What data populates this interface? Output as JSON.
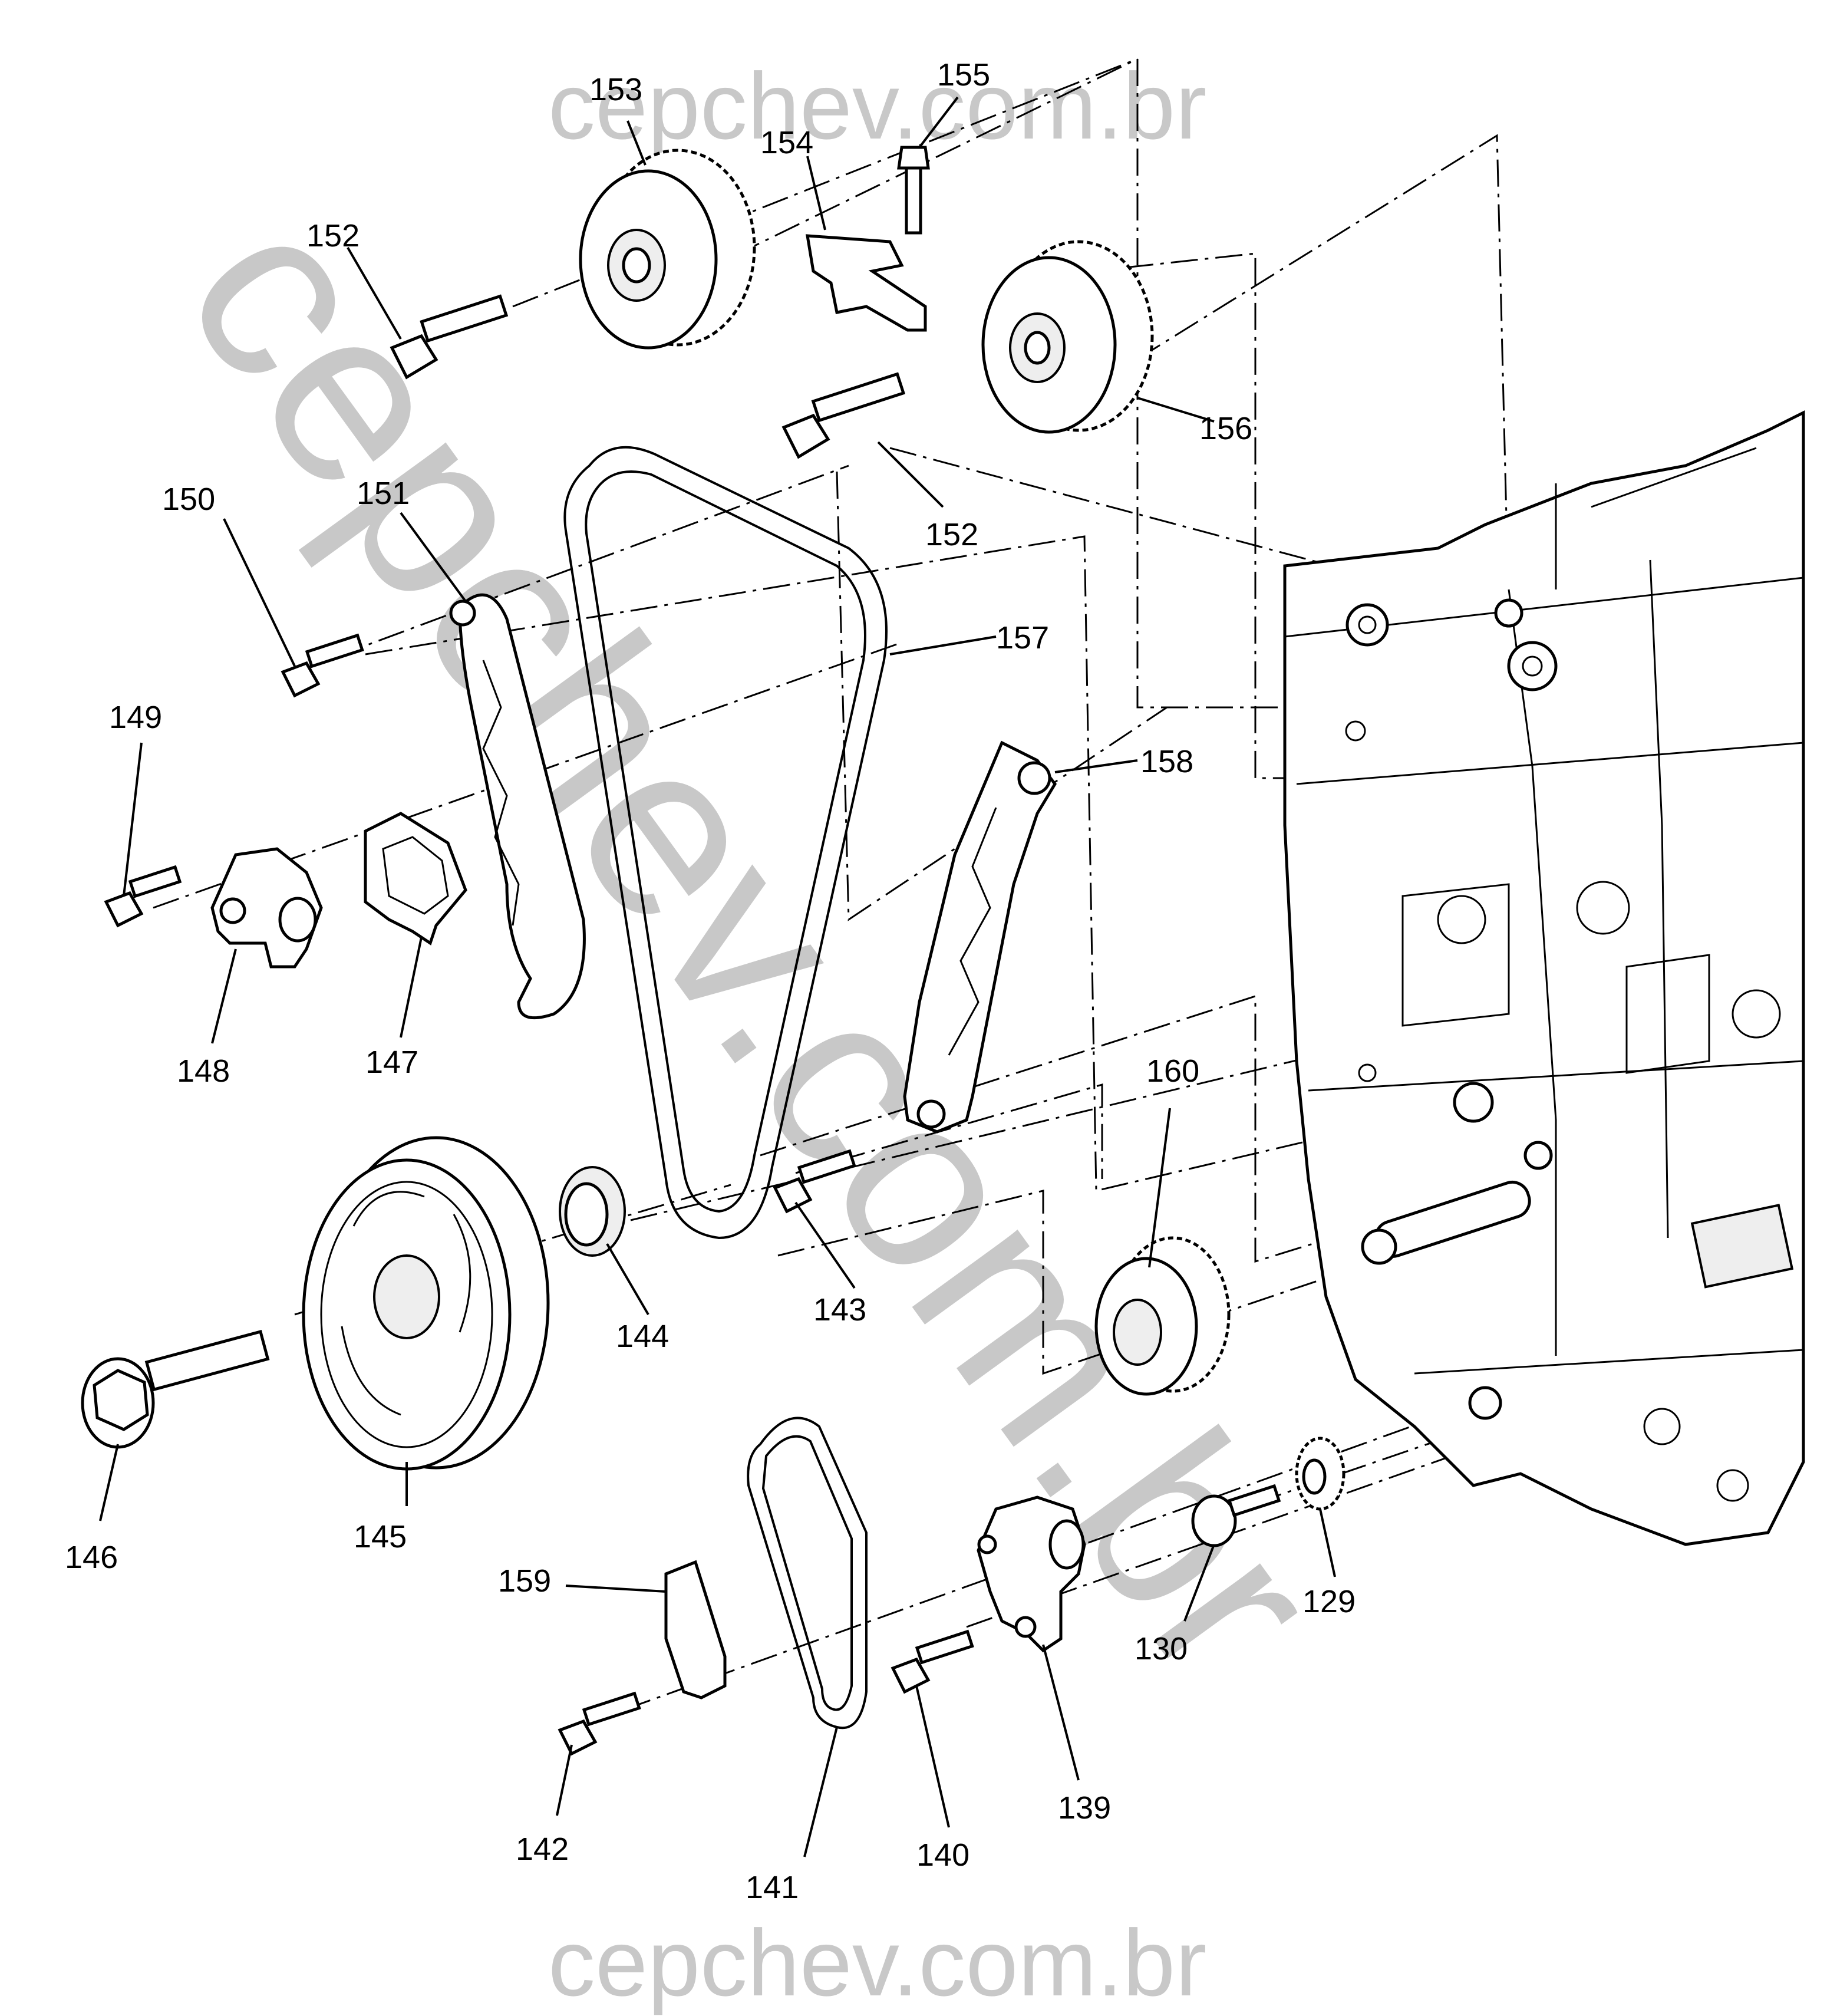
{
  "watermark": {
    "top": "cepchev.com.br",
    "bottom": "cepchev.com.br",
    "diagonal": "cepchev.com.br"
  },
  "callouts": {
    "c129": "129",
    "c130": "130",
    "c139": "139",
    "c140": "140",
    "c141": "141",
    "c142": "142",
    "c143": "143",
    "c144": "144",
    "c145": "145",
    "c146": "146",
    "c147": "147",
    "c148": "148",
    "c149": "149",
    "c150": "150",
    "c151": "151",
    "c152a": "152",
    "c152b": "152",
    "c153": "153",
    "c154": "154",
    "c155": "155",
    "c156": "156",
    "c157": "157",
    "c158": "158",
    "c159": "159",
    "c160": "160"
  }
}
